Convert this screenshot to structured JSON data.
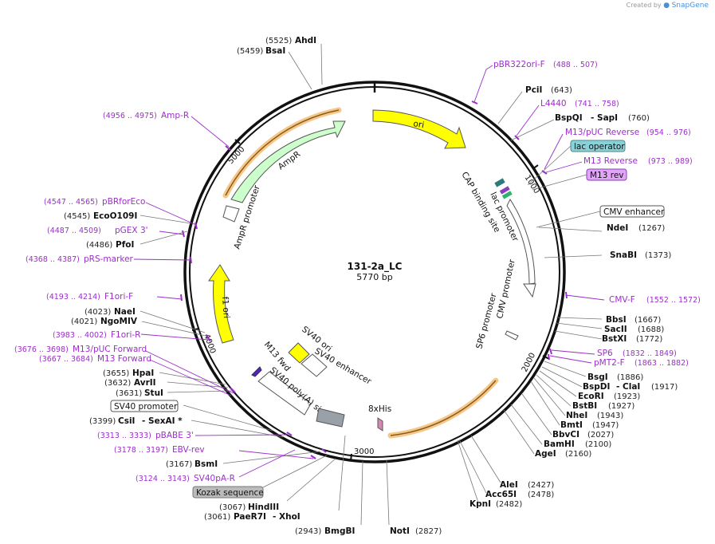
{
  "brand": {
    "created_by": "Created by",
    "name": "SnapGene"
  },
  "plasmid": {
    "name": "131-2a_LC",
    "length_label": "5770 bp",
    "total_bp": 5770
  },
  "ticks": [
    {
      "bp": 1000,
      "label": "1000"
    },
    {
      "bp": 2000,
      "label": "2000"
    },
    {
      "bp": 3000,
      "label": "3000"
    },
    {
      "bp": 4000,
      "label": "4000"
    },
    {
      "bp": 5000,
      "label": "5000"
    }
  ],
  "enzymes": [
    {
      "name": "AhdI",
      "num": "(5525)"
    },
    {
      "name": "BsaI",
      "num": "(5459)"
    },
    {
      "name": "PciI",
      "num": "(643)"
    },
    {
      "name": "BspQI",
      "name2": "SapI",
      "num": "(760)"
    },
    {
      "name": "NdeI",
      "num": "(1267)"
    },
    {
      "name": "SnaBI",
      "num": "(1373)"
    },
    {
      "name": "BbsI",
      "num": "(1667)"
    },
    {
      "name": "SacII",
      "num": "(1688)"
    },
    {
      "name": "BstXI",
      "num": "(1772)"
    },
    {
      "name": "BsgI",
      "num": "(1886)"
    },
    {
      "name": "BspDI",
      "name2": "ClaI",
      "num": "(1917)"
    },
    {
      "name": "EcoRI",
      "num": "(1923)"
    },
    {
      "name": "BstBI",
      "num": "(1927)"
    },
    {
      "name": "NheI",
      "num": "(1943)"
    },
    {
      "name": "BmtI",
      "num": "(1947)"
    },
    {
      "name": "BbvCI",
      "num": "(2027)"
    },
    {
      "name": "BamHI",
      "num": "(2100)"
    },
    {
      "name": "AgeI",
      "num": "(2160)"
    },
    {
      "name": "AleI",
      "num": "(2427)"
    },
    {
      "name": "Acc65I",
      "num": "(2478)"
    },
    {
      "name": "KpnI",
      "num": "(2482)"
    },
    {
      "name": "NotI",
      "num": "(2827)"
    },
    {
      "name": "BmgBI",
      "num": "(2943)"
    },
    {
      "name": "PaeR7I",
      "name2": "XhoI",
      "num": "(3061)"
    },
    {
      "name": "HindIII",
      "num": "(3067)"
    },
    {
      "name": "BsmI",
      "num": "(3167)"
    },
    {
      "name": "CsiI",
      "name2": "SexAI *",
      "num": "(3399)"
    },
    {
      "name": "StuI",
      "num": "(3631)"
    },
    {
      "name": "AvrII",
      "num": "(3632)"
    },
    {
      "name": "HpaI",
      "num": "(3655)"
    },
    {
      "name": "NgoMIV",
      "num": "(4021)"
    },
    {
      "name": "NaeI",
      "num": "(4023)"
    },
    {
      "name": "PfoI",
      "num": "(4486)"
    },
    {
      "name": "EcoO109I",
      "num": "(4545)"
    }
  ],
  "primers": [
    {
      "name": "pBR322ori-F",
      "range": "(488 .. 507)"
    },
    {
      "name": "L4440",
      "range": "(741 .. 758)"
    },
    {
      "name": "M13/pUC Reverse",
      "range": "(954 .. 976)"
    },
    {
      "name": "M13 Reverse",
      "range": "(973 .. 989)"
    },
    {
      "name": "CMV-F",
      "range": "(1552 .. 1572)"
    },
    {
      "name": "SP6",
      "range": "(1832 .. 1849)"
    },
    {
      "name": "pMT2-F",
      "range": "(1863 .. 1882)"
    },
    {
      "name": "EBV-rev",
      "range": "(3178 .. 3197)"
    },
    {
      "name": "SV40pA-R",
      "range": "(3124 .. 3143)"
    },
    {
      "name": "pBABE 3'",
      "range": "(3313 .. 3333)"
    },
    {
      "name": "M13 Forward",
      "range": "(3667 .. 3684)"
    },
    {
      "name": "M13/pUC Forward",
      "range": "(3676 .. 3698)"
    },
    {
      "name": "F1ori-R",
      "range": "(3983 .. 4002)"
    },
    {
      "name": "F1ori-F",
      "range": "(4193 .. 4214)"
    },
    {
      "name": "pRS-marker",
      "range": "(4368 .. 4387)"
    },
    {
      "name": "pGEX 3'",
      "range": "(4487 .. 4509)"
    },
    {
      "name": "pBRforEco",
      "range": "(4547 .. 4565)"
    },
    {
      "name": "Amp-R",
      "range": "(4956 .. 4975)"
    }
  ],
  "boxed_features": [
    {
      "name": "lac operator",
      "style": "teal"
    },
    {
      "name": "M13 rev",
      "style": "violet"
    },
    {
      "name": "CMV enhancer",
      "style": "plain"
    },
    {
      "name": "SV40 promoter",
      "style": "plain"
    },
    {
      "name": "Kozak sequence",
      "style": "gray"
    }
  ],
  "inner_labels": {
    "ori": "ori",
    "amp_r": "AmpR",
    "amp_r_promoter": "AmpR promoter",
    "f1_ori": "f1 ori",
    "cap_binding": "CAP binding site",
    "lac_promoter": "lac promoter",
    "cmv_promoter": "CMV promoter",
    "sp6_promoter": "SP6 promoter",
    "his_tag": "8xHis",
    "sv40_ori": "SV40 ori",
    "sv40_enhancer": "SV40 enhancer",
    "m13_fwd": "M13 fwd",
    "sv40_polya": "SV40 poly(A) signal"
  },
  "colors": {
    "primer": "#9b2fc9",
    "ori": "#ffff00",
    "amp_r": "#ccffcc",
    "highlight": "#f5c88a",
    "lac_operator": "#8ad0d6",
    "m13_rev": "#e0a6f5",
    "kozak": "#bbbbbb"
  }
}
